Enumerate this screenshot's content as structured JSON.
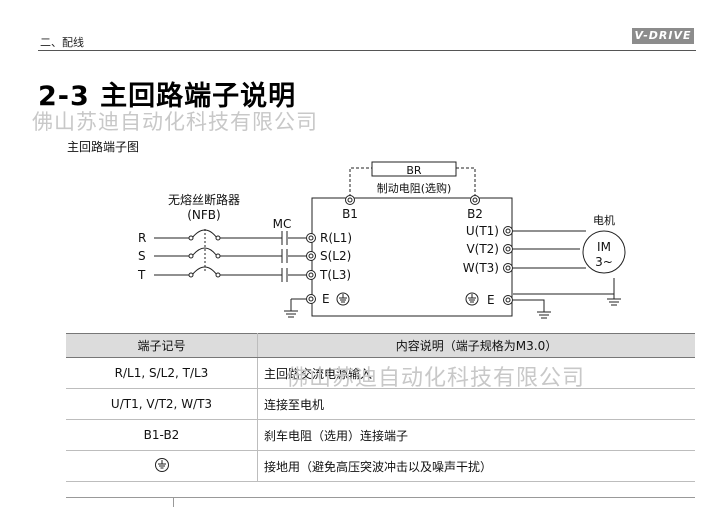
{
  "header": {
    "chapter": "二、配线",
    "logo": "V-DRIVE"
  },
  "title": "2-3  主回路端子说明",
  "watermark": "佛山苏迪自动化科技有限公司",
  "subtitle": "主回路端子图",
  "diagram": {
    "breaker_label": "无熔丝断路器",
    "breaker_code": "(NFB)",
    "contactor": "MC",
    "resistor_box": "BR",
    "resistor_caption": "制动电阻(选购)",
    "b1": "B1",
    "b2": "B2",
    "motor_label": "电机",
    "motor_im": "IM",
    "motor_phase": "3~",
    "inputs": [
      "R",
      "S",
      "T"
    ],
    "input_terminals": [
      "R(L1)",
      "S(L2)",
      "T(L3)"
    ],
    "output_terminals": [
      "U(T1)",
      "V(T2)",
      "W(T3)"
    ],
    "earth": "E"
  },
  "table": {
    "headers": [
      "端子记号",
      "内容说明（端子规格为M3.0）"
    ],
    "rows": [
      {
        "symbol": "R/L1, S/L2, T/L3",
        "desc": "主回路交流电源输入"
      },
      {
        "symbol": "U/T1, V/T2, W/T3",
        "desc": "连接至电机"
      },
      {
        "symbol": "B1-B2",
        "desc": "刹车电阻（选用）连接端子"
      },
      {
        "symbol": "",
        "symbol_icon": "ground-icon",
        "desc": "接地用（避免高压突波冲击以及噪声干扰）"
      }
    ]
  }
}
